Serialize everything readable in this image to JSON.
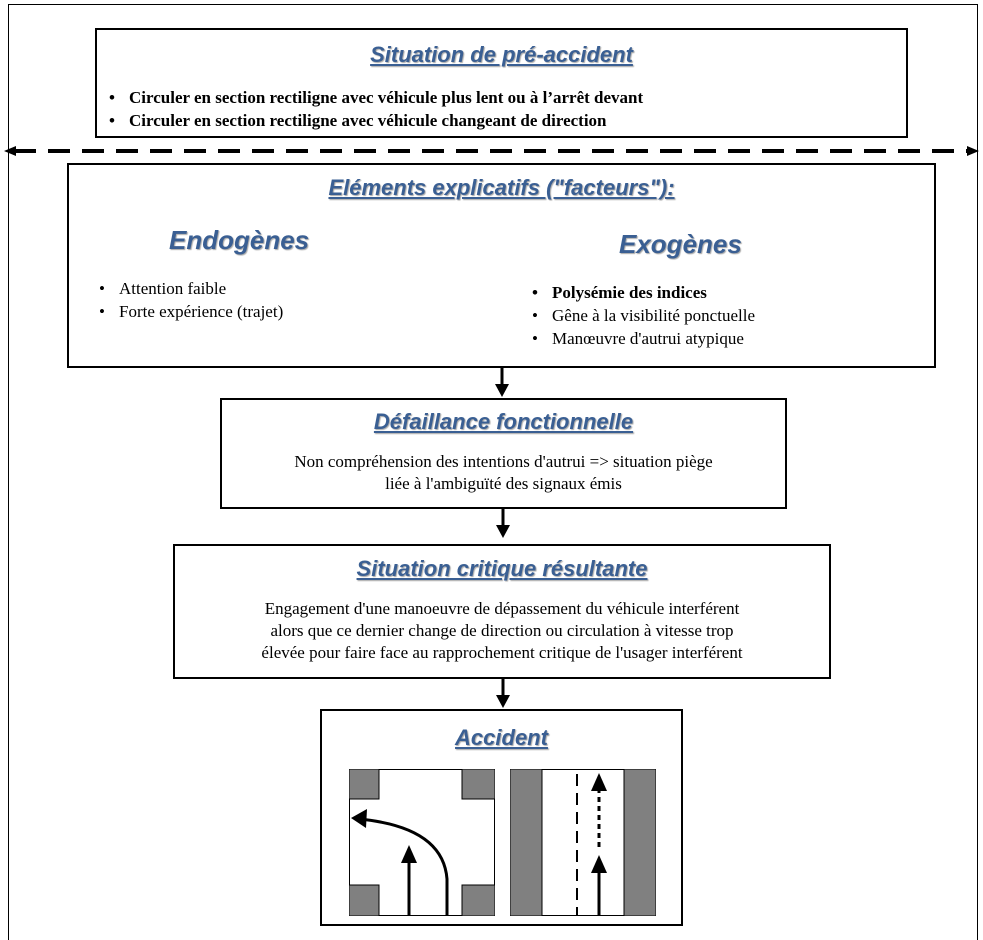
{
  "pre_accident": {
    "title": "Situation de pré-accident",
    "items": [
      "Circuler en section rectiligne avec véhicule plus lent ou à l’arrêt devant",
      "Circuler en section rectiligne avec véhicule changeant de direction"
    ]
  },
  "factors": {
    "title": "Eléments explicatifs (\"facteurs\"):",
    "endogenous": {
      "title": "Endogènes",
      "items": [
        "Attention faible",
        "Forte expérience (trajet)"
      ]
    },
    "exogenous": {
      "title": "Exogènes",
      "items": [
        "Polysémie des indices",
        "Gêne à la visibilité ponctuelle",
        "Manœuvre d'autrui atypique"
      ]
    }
  },
  "failure": {
    "title": "Défaillance fonctionnelle",
    "text_line1": "Non compréhension des intentions d'autrui => situation piège",
    "text_line2": "liée à l'ambiguïté des signaux émis"
  },
  "critical": {
    "title": "Situation critique résultante",
    "text_line1": "Engagement d'une manoeuvre de dépassement du véhicule interférent",
    "text_line2": "alors que ce dernier change de direction ou circulation à vitesse trop",
    "text_line3": "élevée pour faire face au rapprochement critique de l'usager interférent"
  },
  "accident": {
    "title": "Accident"
  },
  "colors": {
    "heading": "#3a5f93",
    "block_fill": "#808080",
    "border": "#000000"
  }
}
